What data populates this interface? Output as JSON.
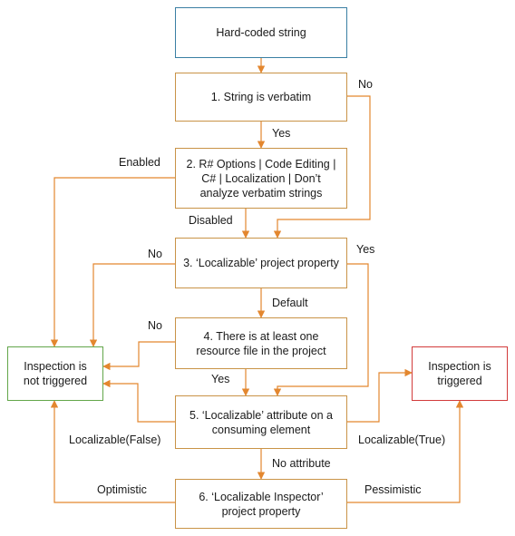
{
  "nodes": {
    "start": "Hard-coded string",
    "verbatim": "1. String is verbatim",
    "options": "2. R# Options | Code Editing | C# | Localization | Don’t analyze verbatim strings",
    "localizable_property": "3. ‘Localizable’ project property",
    "resource_file": "4. There is at least one resource file in the project",
    "attribute": "5. ‘Localizable’ attribute on a consuming element",
    "inspector_property": "6. ‘Localizable Inspector’ project property",
    "not_triggered": "Inspection is not triggered",
    "triggered": "Inspection is triggered"
  },
  "edge_labels": {
    "verbatim_no": "No",
    "verbatim_yes": "Yes",
    "options_enabled": "Enabled",
    "options_disabled": "Disabled",
    "property_no": "No",
    "property_yes": "Yes",
    "property_default": "Default",
    "resource_no": "No",
    "resource_yes": "Yes",
    "attribute_false": "Localizable(False)",
    "attribute_true": "Localizable(True)",
    "attribute_none": "No attribute",
    "inspector_optimistic": "Optimistic",
    "inspector_pessimistic": "Pessimistic"
  },
  "colors": {
    "arrow": "#e3872f",
    "process_border": "#c99347",
    "start_border": "#3a7fa3",
    "not_triggered_border": "#63a64a",
    "triggered_border": "#d23b3b"
  }
}
